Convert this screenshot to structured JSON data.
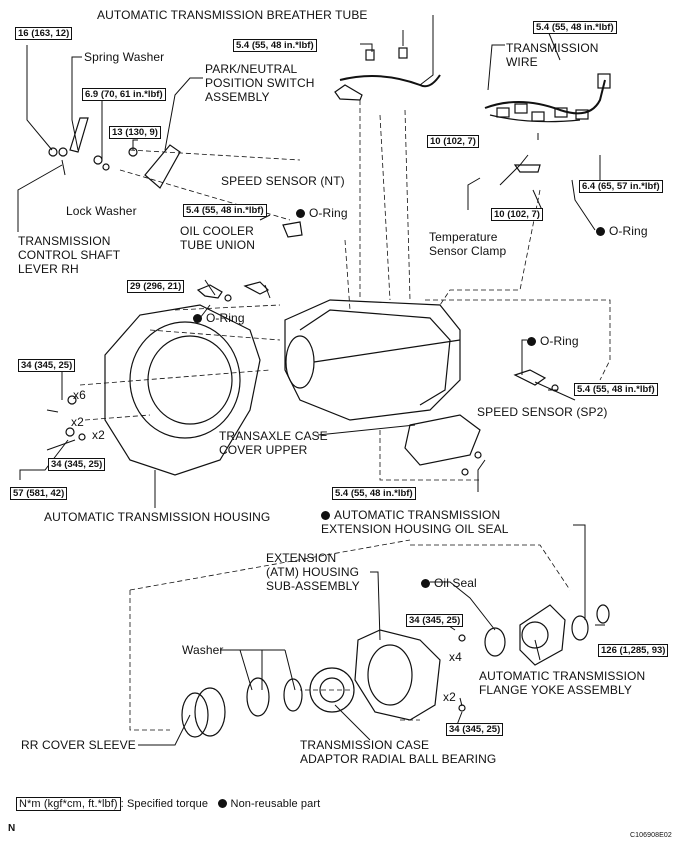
{
  "labels": {
    "breather_tube": "AUTOMATIC TRANSMISSION BREATHER TUBE",
    "spring_washer": "Spring Washer",
    "park_neutral": "PARK/NEUTRAL\nPOSITION SWITCH\nASSEMBLY",
    "transmission_wire": "TRANSMISSION\nWIRE",
    "lock_washer": "Lock Washer",
    "control_shaft": "TRANSMISSION\nCONTROL SHAFT\nLEVER RH",
    "speed_sensor_nt": "SPEED SENSOR (NT)",
    "o_ring": "O-Ring",
    "oil_cooler": "OIL COOLER\nTUBE UNION",
    "temp_clamp": "Temperature\nSensor Clamp",
    "speed_sensor_sp2": "SPEED SENSOR (SP2)",
    "transaxle_cover": "TRANSAXLE CASE\nCOVER UPPER",
    "atm_housing": "AUTOMATIC TRANSMISSION HOUSING",
    "oil_seal_ext": "AUTOMATIC TRANSMISSION\nEXTENSION HOUSING OIL SEAL",
    "extension_housing": "EXTENSION\n(ATM) HOUSING\nSUB-ASSEMBLY",
    "oil_seal": "Oil Seal",
    "washer": "Washer",
    "flange_yoke": "AUTOMATIC TRANSMISSION\nFLANGE YOKE ASSEMBLY",
    "rr_cover": "RR COVER SLEEVE",
    "radial_bearing": "TRANSMISSION CASE\nADAPTOR RADIAL BALL BEARING"
  },
  "torques": {
    "t_16": "16 (163, 12)",
    "t_54_breather": "5.4 (55, 48 in.*lbf)",
    "t_54_wire": "5.4 (55, 48 in.*lbf)",
    "t_69": "6.9 (70, 61 in.*lbf)",
    "t_13": "13 (130, 9)",
    "t_10a": "10 (102, 7)",
    "t_10b": "10 (102, 7)",
    "t_64": "6.4 (65, 57 in.*lbf)",
    "t_54_cooler": "5.4 (55, 48 in.*lbf)",
    "t_29": "29 (296, 21)",
    "t_34a": "34 (345, 25)",
    "t_34b": "34 (345, 25)",
    "t_57": "57 (581, 42)",
    "t_54_sp2": "5.4 (55, 48 in.*lbf)",
    "t_54_cover": "5.4 (55, 48 in.*lbf)",
    "t_34c": "34 (345, 25)",
    "t_126": "126 (1,285, 93)",
    "t_34d": "34 (345, 25)"
  },
  "multipliers": {
    "x6": "x6",
    "x2a": "x2",
    "x2b": "x2",
    "x4": "x4",
    "x2c": "x2"
  },
  "legend": {
    "unit_box": "N*m (kgf*cm, ft.*lbf)",
    "specified": ": Specified torque",
    "non_reusable": "Non-reusable part"
  },
  "footer": {
    "left": "N",
    "code": "C106908E02"
  }
}
